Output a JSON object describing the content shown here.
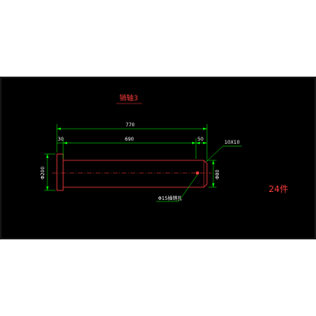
{
  "drawing": {
    "title": "销轴3",
    "quantity": "24件",
    "dimensions": {
      "overall_length": "770",
      "head_length": "30",
      "body_length": "690",
      "tail_length": "50",
      "head_height": "Φ200",
      "shaft_diameter": "Φ80",
      "chamfer": "10X10",
      "hole_note": "Φ15插销孔"
    }
  },
  "colors": {
    "background": "#000000",
    "page": "#ffffff",
    "dimension_lines": "#00ff00",
    "part_outline": "#ff3b3b",
    "centerline": "#ff3b3b",
    "text": "#ffffff"
  }
}
